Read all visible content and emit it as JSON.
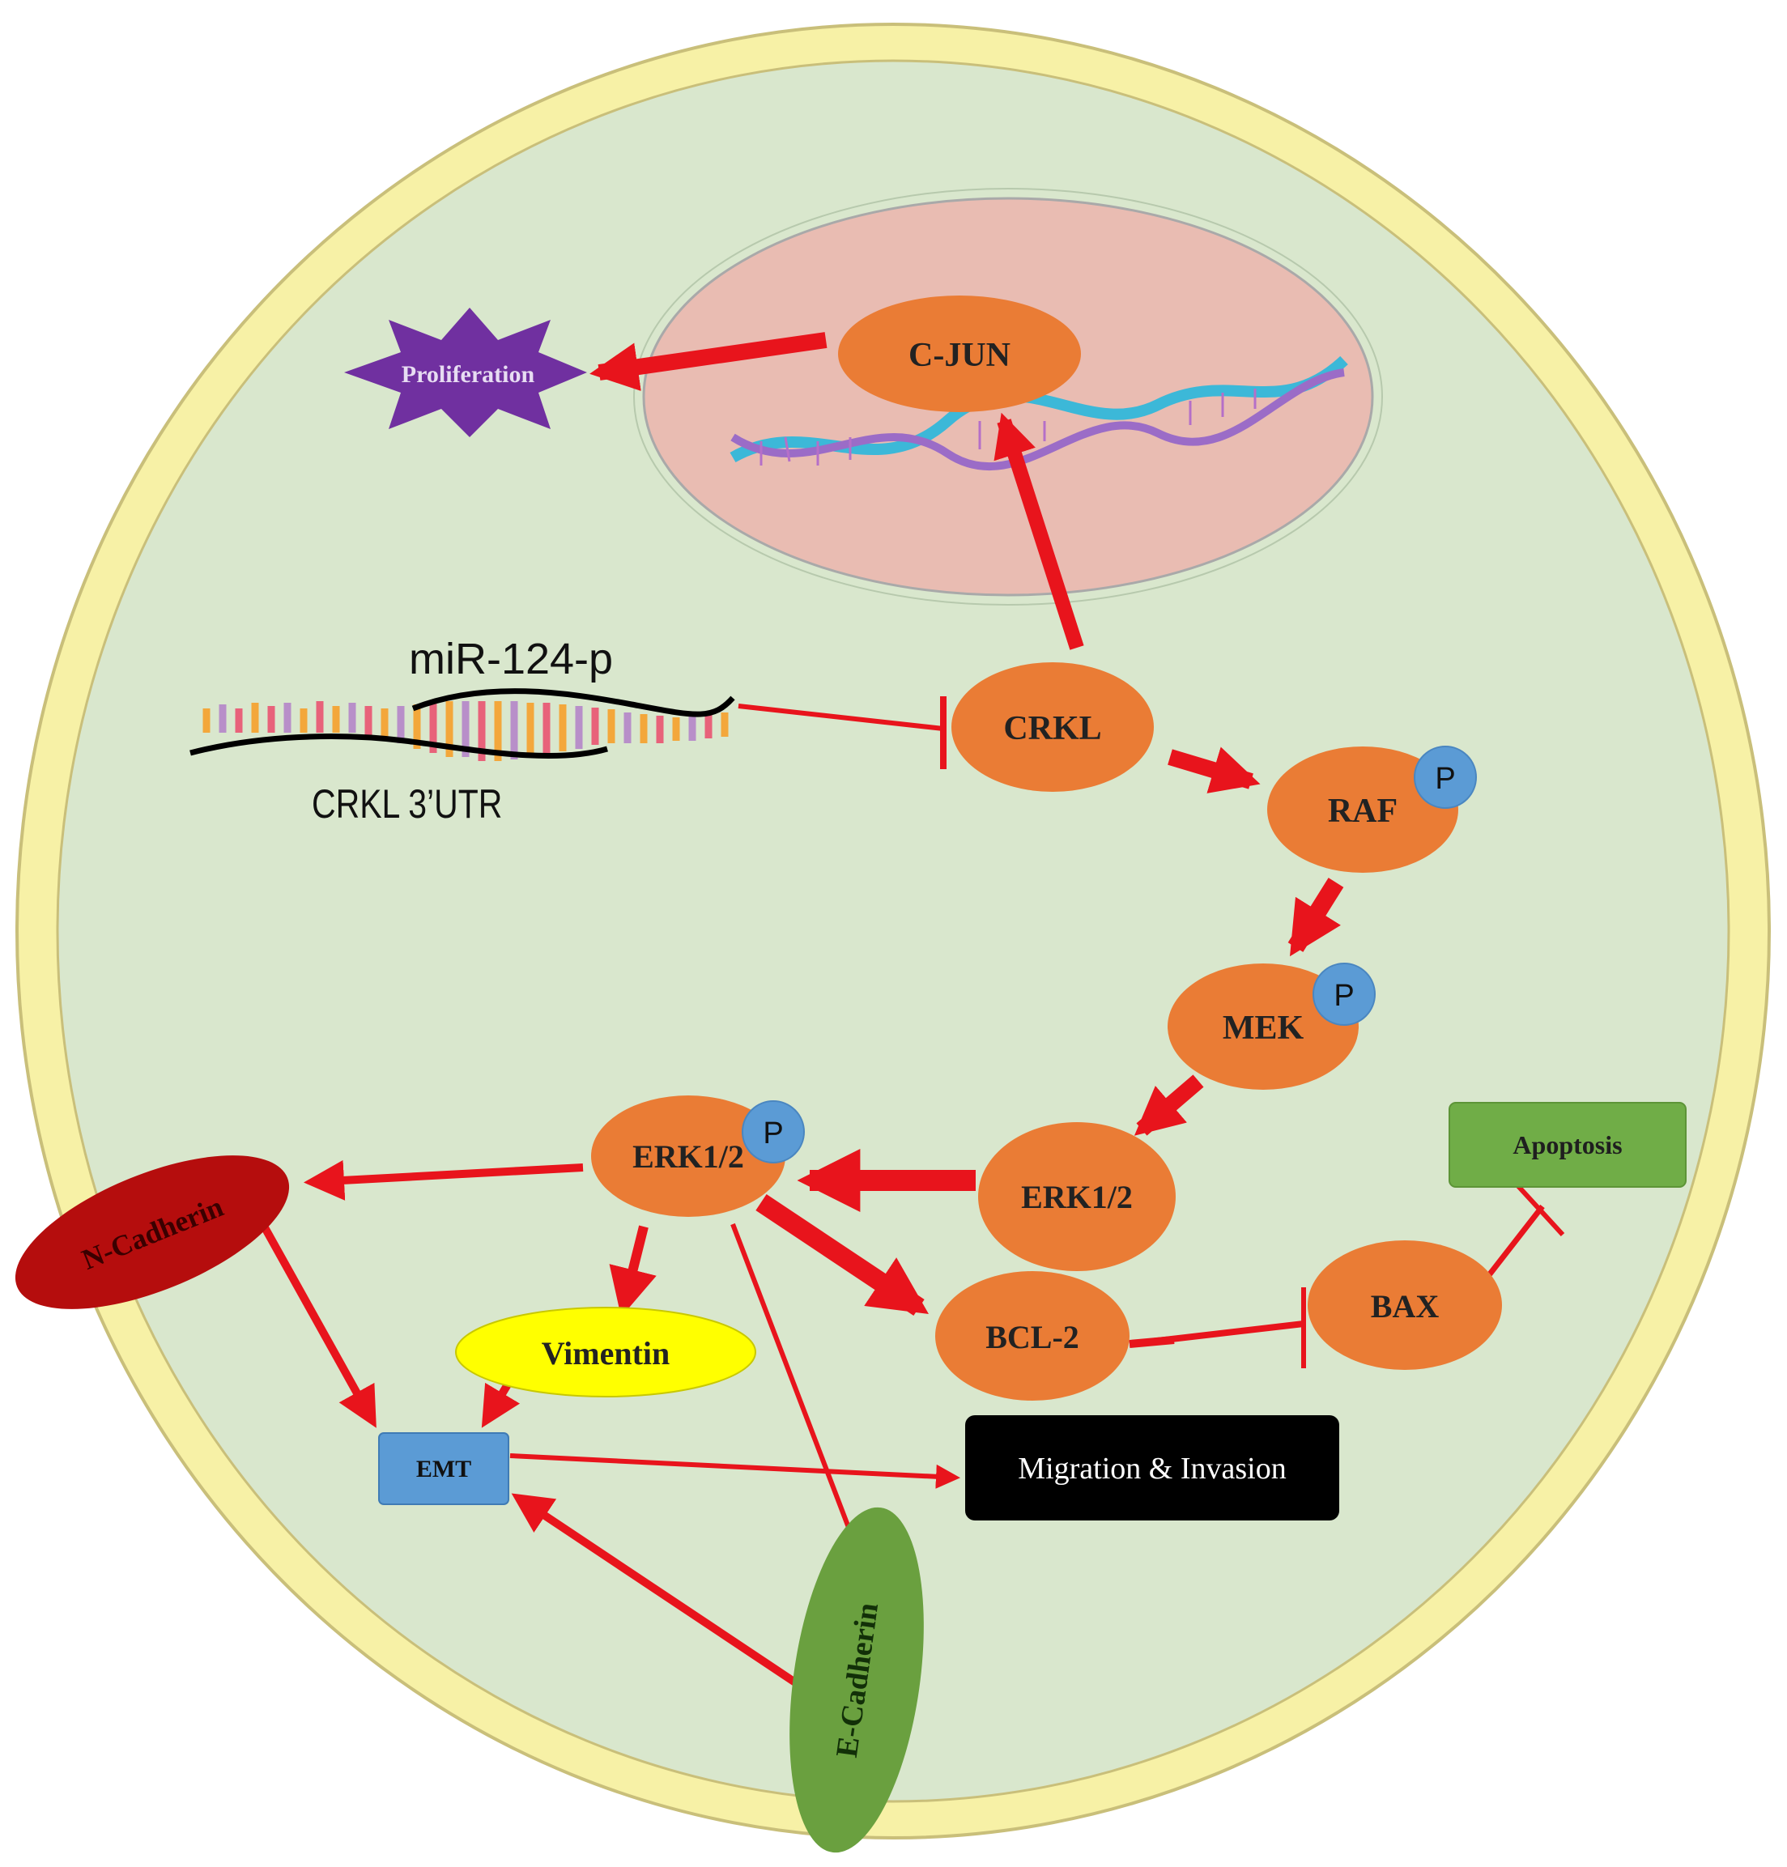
{
  "colors": {
    "membrane": "#f7f1a6",
    "cytoplasm": "#d9e7cd",
    "nucleus": "#e9bcb2",
    "node_orange": "#ea7c35",
    "phospho_blue": "#5b9bd5",
    "arrow_red": "#e8141c",
    "n_cadherin": "#b50d0d",
    "e_cadherin": "#6aa03f",
    "vimentin": "#ffff00",
    "emt": "#5b9bd5",
    "apoptosis": "#70ad47",
    "proliferation": "#7030a0",
    "migration_box": "#000000"
  },
  "nodes": {
    "c_jun": "C-JUN",
    "crkl": "CRKL",
    "raf": "RAF",
    "mek": "MEK",
    "erk_phospho": "ERK1/2",
    "erk": "ERK1/2",
    "bcl2": "BCL-2",
    "bax": "BAX",
    "n_cadherin": "N-Cadherin",
    "e_cadherin": "E-Cadherin",
    "vimentin": "Vimentin",
    "emt": "EMT",
    "apoptosis": "Apoptosis",
    "proliferation": "Proliferation",
    "migration": "Migration & Invasion"
  },
  "phospho_label": "P",
  "mirna": {
    "mir_label": "miR-124-p",
    "utr_label": "CRKL 3’UTR"
  }
}
